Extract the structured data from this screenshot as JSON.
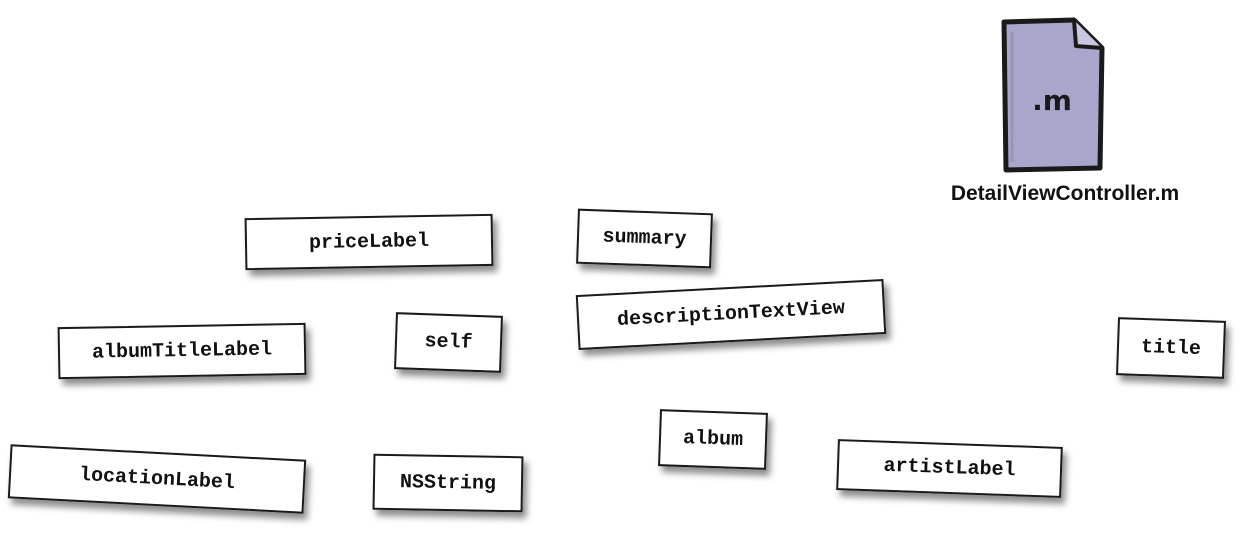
{
  "file": {
    "extension_label": ".m",
    "caption": "DetailViewController.m"
  },
  "magnets": [
    {
      "id": "priceLabel",
      "text": "priceLabel"
    },
    {
      "id": "summary",
      "text": "summary"
    },
    {
      "id": "descriptionTextView",
      "text": "descriptionTextView"
    },
    {
      "id": "albumTitleLabel",
      "text": "albumTitleLabel"
    },
    {
      "id": "self",
      "text": "self"
    },
    {
      "id": "title",
      "text": "title"
    },
    {
      "id": "album",
      "text": "album"
    },
    {
      "id": "locationLabel",
      "text": "locationLabel"
    },
    {
      "id": "NSString",
      "text": "NSString"
    },
    {
      "id": "artistLabel",
      "text": "artistLabel"
    }
  ]
}
